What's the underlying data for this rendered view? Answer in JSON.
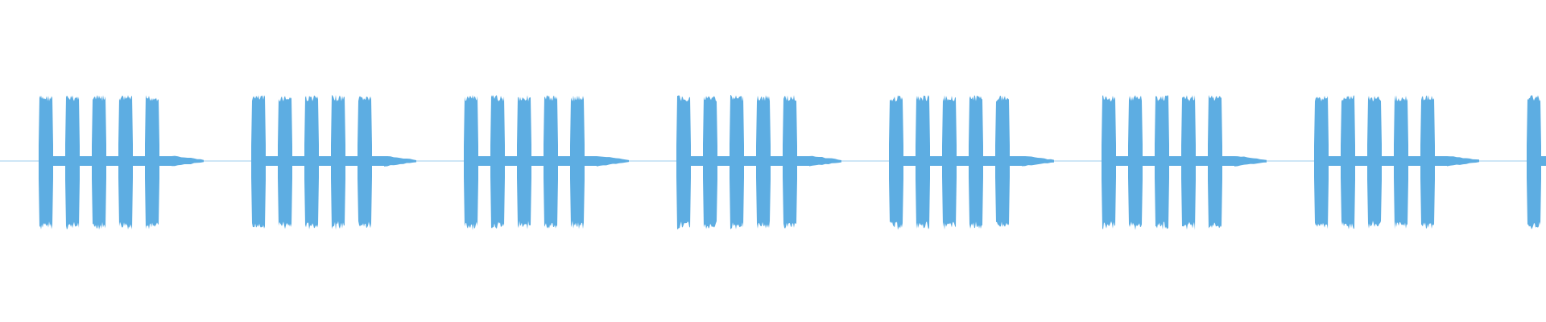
{
  "waveform": {
    "color": "#5dade2",
    "background": "#ffffff",
    "segment_count": 8,
    "pulses_per_segment": 5,
    "peak_amplitude": 0.82,
    "baseline_amplitude": 0.02
  }
}
